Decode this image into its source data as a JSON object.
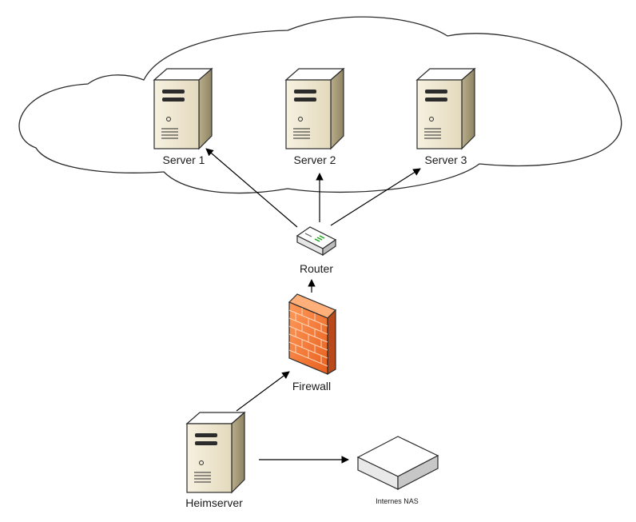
{
  "nodes": {
    "server1": {
      "label": "Server 1"
    },
    "server2": {
      "label": "Server 2"
    },
    "server3": {
      "label": "Server 3"
    },
    "router": {
      "label": "Router"
    },
    "firewall": {
      "label": "Firewall"
    },
    "heimserver": {
      "label": "Heimserver"
    },
    "nas": {
      "label": "Internes NAS"
    }
  },
  "edges": [
    {
      "from": "router",
      "to": "server1"
    },
    {
      "from": "router",
      "to": "server2"
    },
    {
      "from": "router",
      "to": "server3"
    },
    {
      "from": "firewall",
      "to": "router"
    },
    {
      "from": "heimserver",
      "to": "firewall"
    },
    {
      "from": "heimserver",
      "to": "nas"
    }
  ],
  "colors": {
    "server_body": "#efe7d2",
    "server_side": "#b1a584",
    "firewall_front": "#f07a3a",
    "firewall_side": "#c5511f",
    "line": "#000000"
  }
}
